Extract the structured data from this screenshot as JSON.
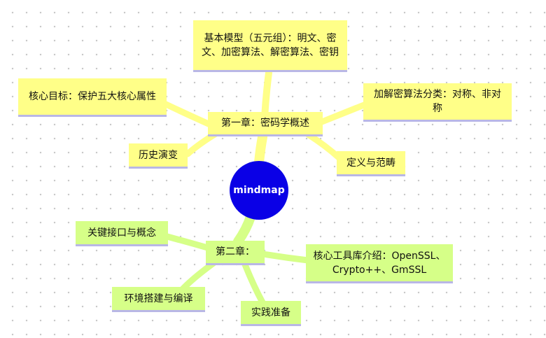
{
  "root": {
    "label": "mindmap",
    "color": "#0a00e6"
  },
  "branches": [
    {
      "label": "第一章：密码学概述",
      "color": "#ffff88",
      "children": [
        "基本模型（五元组）：明文、密文、加密算法、解密算法、密钥",
        "核心目标：保护五大核心属性",
        "加解密算法分类：对称、非对称",
        "历史演变",
        "定义与范畴"
      ]
    },
    {
      "label": "第二章：",
      "color": "#d6ff88",
      "children": [
        "关键接口与概念",
        "核心工具库介绍：OpenSSL、Crypto++、GmSSL",
        "环境搭建与编译",
        "实践准备"
      ]
    }
  ]
}
